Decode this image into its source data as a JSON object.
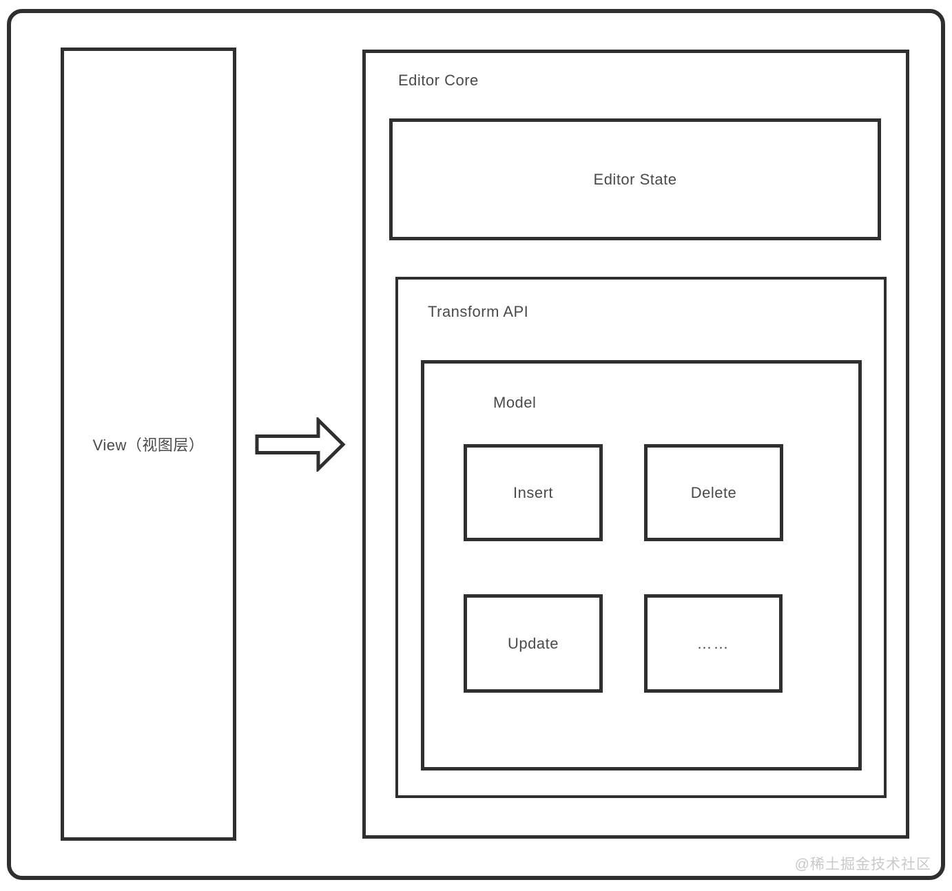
{
  "diagram": {
    "view": {
      "label": "View（视图层）"
    },
    "editor_core": {
      "title": "Editor Core",
      "editor_state": {
        "label": "Editor State"
      },
      "transform_api": {
        "title": "Transform API",
        "model": {
          "title": "Model",
          "operations": [
            "Insert",
            "Delete",
            "Update",
            "……"
          ]
        }
      }
    },
    "watermark": "@稀土掘金技术社区"
  },
  "colors": {
    "border": "#2f2f2f",
    "text": "#4a4a4a",
    "watermark": "#c9c9c9",
    "background": "#ffffff"
  }
}
